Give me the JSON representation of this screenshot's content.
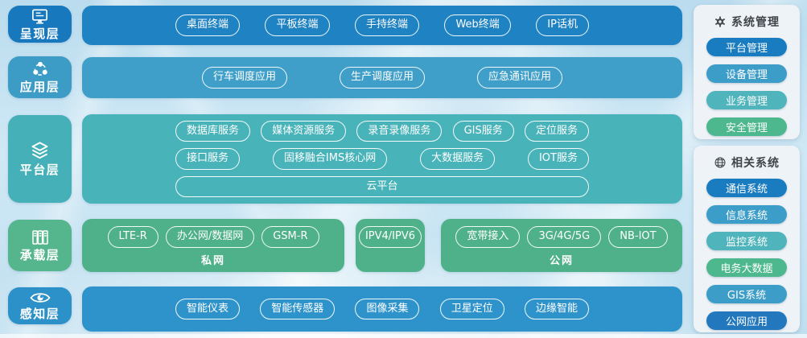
{
  "layers": [
    {
      "label": "呈现层",
      "icon": "monitor-icon",
      "block_color": "#1878be",
      "row_color": "#1f82c2",
      "items": [
        "桌面终端",
        "平板终端",
        "手持终端",
        "Web终端",
        "IP话机"
      ]
    },
    {
      "label": "应用层",
      "icon": "network-nodes-icon",
      "block_color": "#3d9cc6",
      "row_color": "#3f9fc9",
      "items": [
        "行车调度应用",
        "生产调度应用",
        "应急通讯应用"
      ]
    },
    {
      "label": "平台层",
      "icon": "layers-icon",
      "block_color": "#45b0b8",
      "row_color": "#49b3ba",
      "pill_rows": [
        [
          "数据库服务",
          "媒体资源服务",
          "录音录像服务",
          "GIS服务",
          "定位服务"
        ],
        [
          "接口服务",
          "固移融合IMS核心网",
          "大数据服务",
          "IOT服务"
        ],
        [
          "云平台"
        ]
      ]
    },
    {
      "label": "承载层",
      "icon": "racks-icon",
      "block_color": "#55b58c",
      "row_color": "#4fb189",
      "groups": [
        {
          "label": "私网",
          "items": [
            "LTE-R",
            "办公网/数据网",
            "GSM-R"
          ]
        },
        {
          "label": "",
          "items": [
            "IPV4/IPV6"
          ]
        },
        {
          "label": "公网",
          "items": [
            "宽带接入",
            "3G/4G/5G",
            "NB-IOT"
          ]
        }
      ]
    },
    {
      "label": "感知层",
      "icon": "eye-icon",
      "block_color": "#2c90c9",
      "row_color": "#2f93cb",
      "items": [
        "智能仪表",
        "智能传感器",
        "图像采集",
        "卫星定位",
        "边缘智能"
      ]
    }
  ],
  "side_panels": [
    {
      "title": "系统管理",
      "icon": "gear-icon",
      "items": [
        {
          "label": "平台管理",
          "color": "#1a7cc0"
        },
        {
          "label": "设备管理",
          "color": "#3d9dc9"
        },
        {
          "label": "业务管理",
          "color": "#4fb4bc"
        },
        {
          "label": "安全管理",
          "color": "#4db88d"
        }
      ]
    },
    {
      "title": "相关系统",
      "icon": "globe-icon",
      "items": [
        {
          "label": "通信系统",
          "color": "#1a7cc0"
        },
        {
          "label": "信息系统",
          "color": "#3d9dc9"
        },
        {
          "label": "监控系统",
          "color": "#4fb4bc"
        },
        {
          "label": "电务大数据",
          "color": "#4db88d"
        },
        {
          "label": "GIS系统",
          "color": "#3d9dc9"
        },
        {
          "label": "公网应用",
          "color": "#2277bd"
        }
      ]
    }
  ]
}
